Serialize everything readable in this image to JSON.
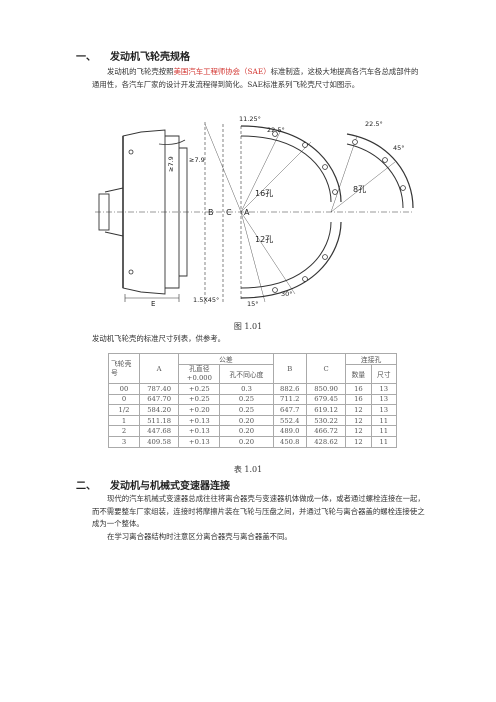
{
  "section1": {
    "number": "一、",
    "title": "发动机飞轮壳规格",
    "para_pre": "发动机的飞轮壳按照",
    "para_link": "美国汽车工程师协会（SAE）",
    "para_post": "标准制造，这极大地提高各汽车各总成部件的通用性，各汽车厂家的设计开发流程得到简化。SAE标准系列飞轮壳尺寸如图示。"
  },
  "figure": {
    "labels": {
      "angle_top_left": "11.25°",
      "angle_top": "22.5°",
      "angle_top_right": "22.5°",
      "angle_right": "45°",
      "dim_7_9_a": "≥7.9",
      "dim_7_9_b": "≥7.9",
      "holes_16": "16孔",
      "holes_8": "8孔",
      "holes_12": "12孔",
      "letter_b": "B",
      "letter_c": "C",
      "letter_a": "A",
      "letter_e": "E",
      "chamfer": "1.5X45°",
      "angle_bottom": "15°",
      "angle_bottom_right": "30°"
    },
    "caption": "图 1.01",
    "after_caption": "发动机飞轮壳的标准尺寸列表，供参考。"
  },
  "table": {
    "header": {
      "col1": "飞轮壳号",
      "col_a": "A",
      "col_tol": "公差",
      "col_b": "B",
      "col_c": "C",
      "col_holes": "连接孔",
      "sub_bore": "孔直径",
      "sub_bore2": "+0.000",
      "sub_concentric": "孔不同心度",
      "sub_count": "数量",
      "sub_size": "尺寸"
    },
    "rows": [
      [
        "00",
        "787.40",
        "+0.25",
        "0.3",
        "882.6",
        "850.90",
        "16",
        "13"
      ],
      [
        "0",
        "647.70",
        "+0.25",
        "0.25",
        "711.2",
        "679.45",
        "16",
        "13"
      ],
      [
        "1/2",
        "584.20",
        "+0.20",
        "0.25",
        "647.7",
        "619.12",
        "12",
        "13"
      ],
      [
        "1",
        "511.18",
        "+0.13",
        "0.20",
        "552.4",
        "530.22",
        "12",
        "11"
      ],
      [
        "2",
        "447.68",
        "+0.13",
        "0.20",
        "489.0",
        "466.72",
        "12",
        "11"
      ],
      [
        "3",
        "409.58",
        "+0.13",
        "0.20",
        "450.8",
        "428.62",
        "12",
        "11"
      ]
    ],
    "caption": "表 1.01"
  },
  "section2": {
    "number": "二、",
    "title": "发动机与机械式变速器连接",
    "para1": "现代的汽车机械式变速器总成往往将离合器壳与变速器机体做成一体，或者通过螺栓连接在一起，而不需要整车厂家组装，连接时将摩擦片装在飞轮与压盘之间，并通过飞轮与离合器盖的螺栓连接使之成为一个整体。",
    "para2": "在学习离合器结构时注意区分离合器壳与离合器盖不同。"
  }
}
